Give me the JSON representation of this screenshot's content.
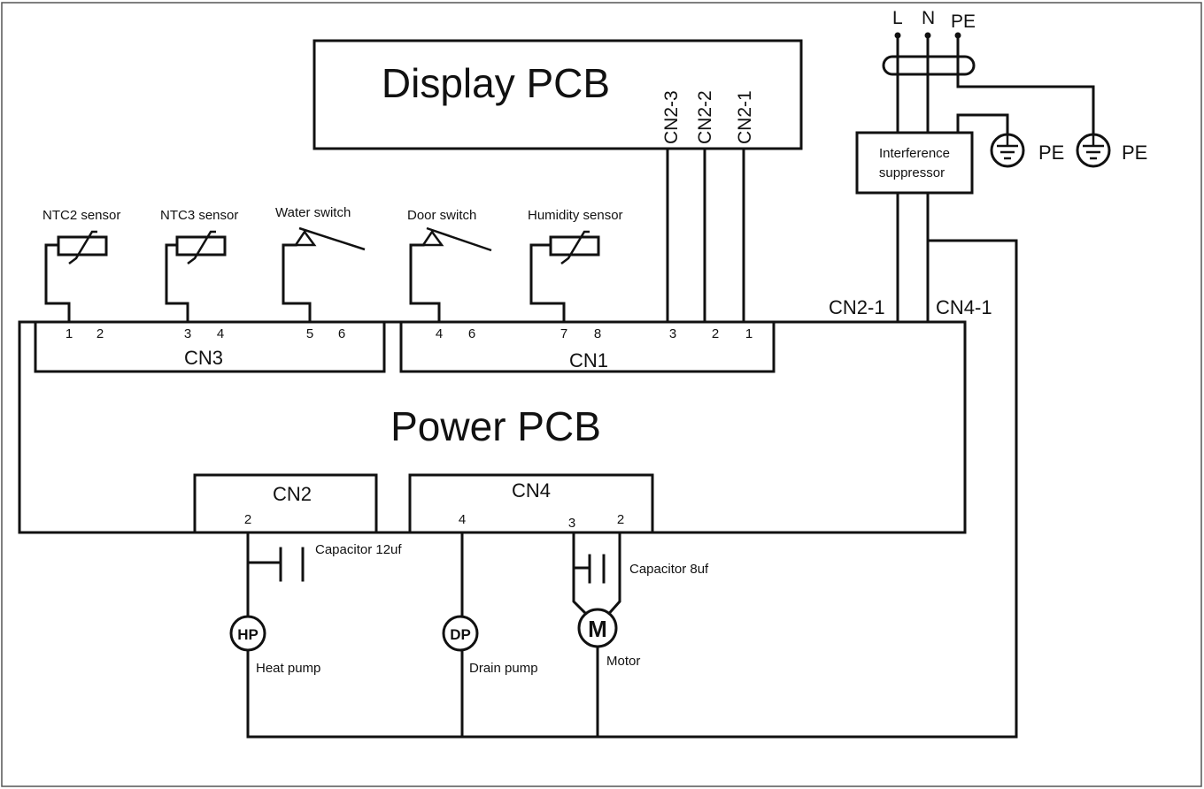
{
  "titles": {
    "display_pcb": "Display PCB",
    "power_pcb": "Power PCB"
  },
  "display_connectors": [
    "CN2-3",
    "CN2-2",
    "CN2-1"
  ],
  "mains": {
    "l": "L",
    "n": "N",
    "pe": "PE",
    "pe_ground_1": "PE",
    "pe_ground_2": "PE",
    "suppressor_line1": "Interference",
    "suppressor_line2": "suppressor",
    "cn2_1": "CN2-1",
    "cn4_1": "CN4-1"
  },
  "sensors": {
    "ntc2": "NTC2 sensor",
    "ntc3": "NTC3  sensor",
    "water_switch": "Water switch",
    "door_switch": "Door switch",
    "humidity": "Humidity sensor"
  },
  "connectors": {
    "cn3": "CN3",
    "cn1": "CN1",
    "cn2": "CN2",
    "cn4": "CN4"
  },
  "pins": {
    "cn3": [
      "1",
      "2",
      "3",
      "4",
      "5",
      "6"
    ],
    "cn1": [
      "4",
      "6",
      "7",
      "8",
      "3",
      "2",
      "1"
    ],
    "cn2": [
      "2"
    ],
    "cn4": [
      "4",
      "3",
      "2"
    ]
  },
  "components": {
    "hp_symbol": "HP",
    "heat_pump": "Heat pump",
    "cap12": "Capacitor 12uf",
    "dp_symbol": "DP",
    "drain_pump": "Drain pump",
    "m_symbol": "M",
    "motor": "Motor",
    "cap8": "Capacitor 8uf"
  }
}
